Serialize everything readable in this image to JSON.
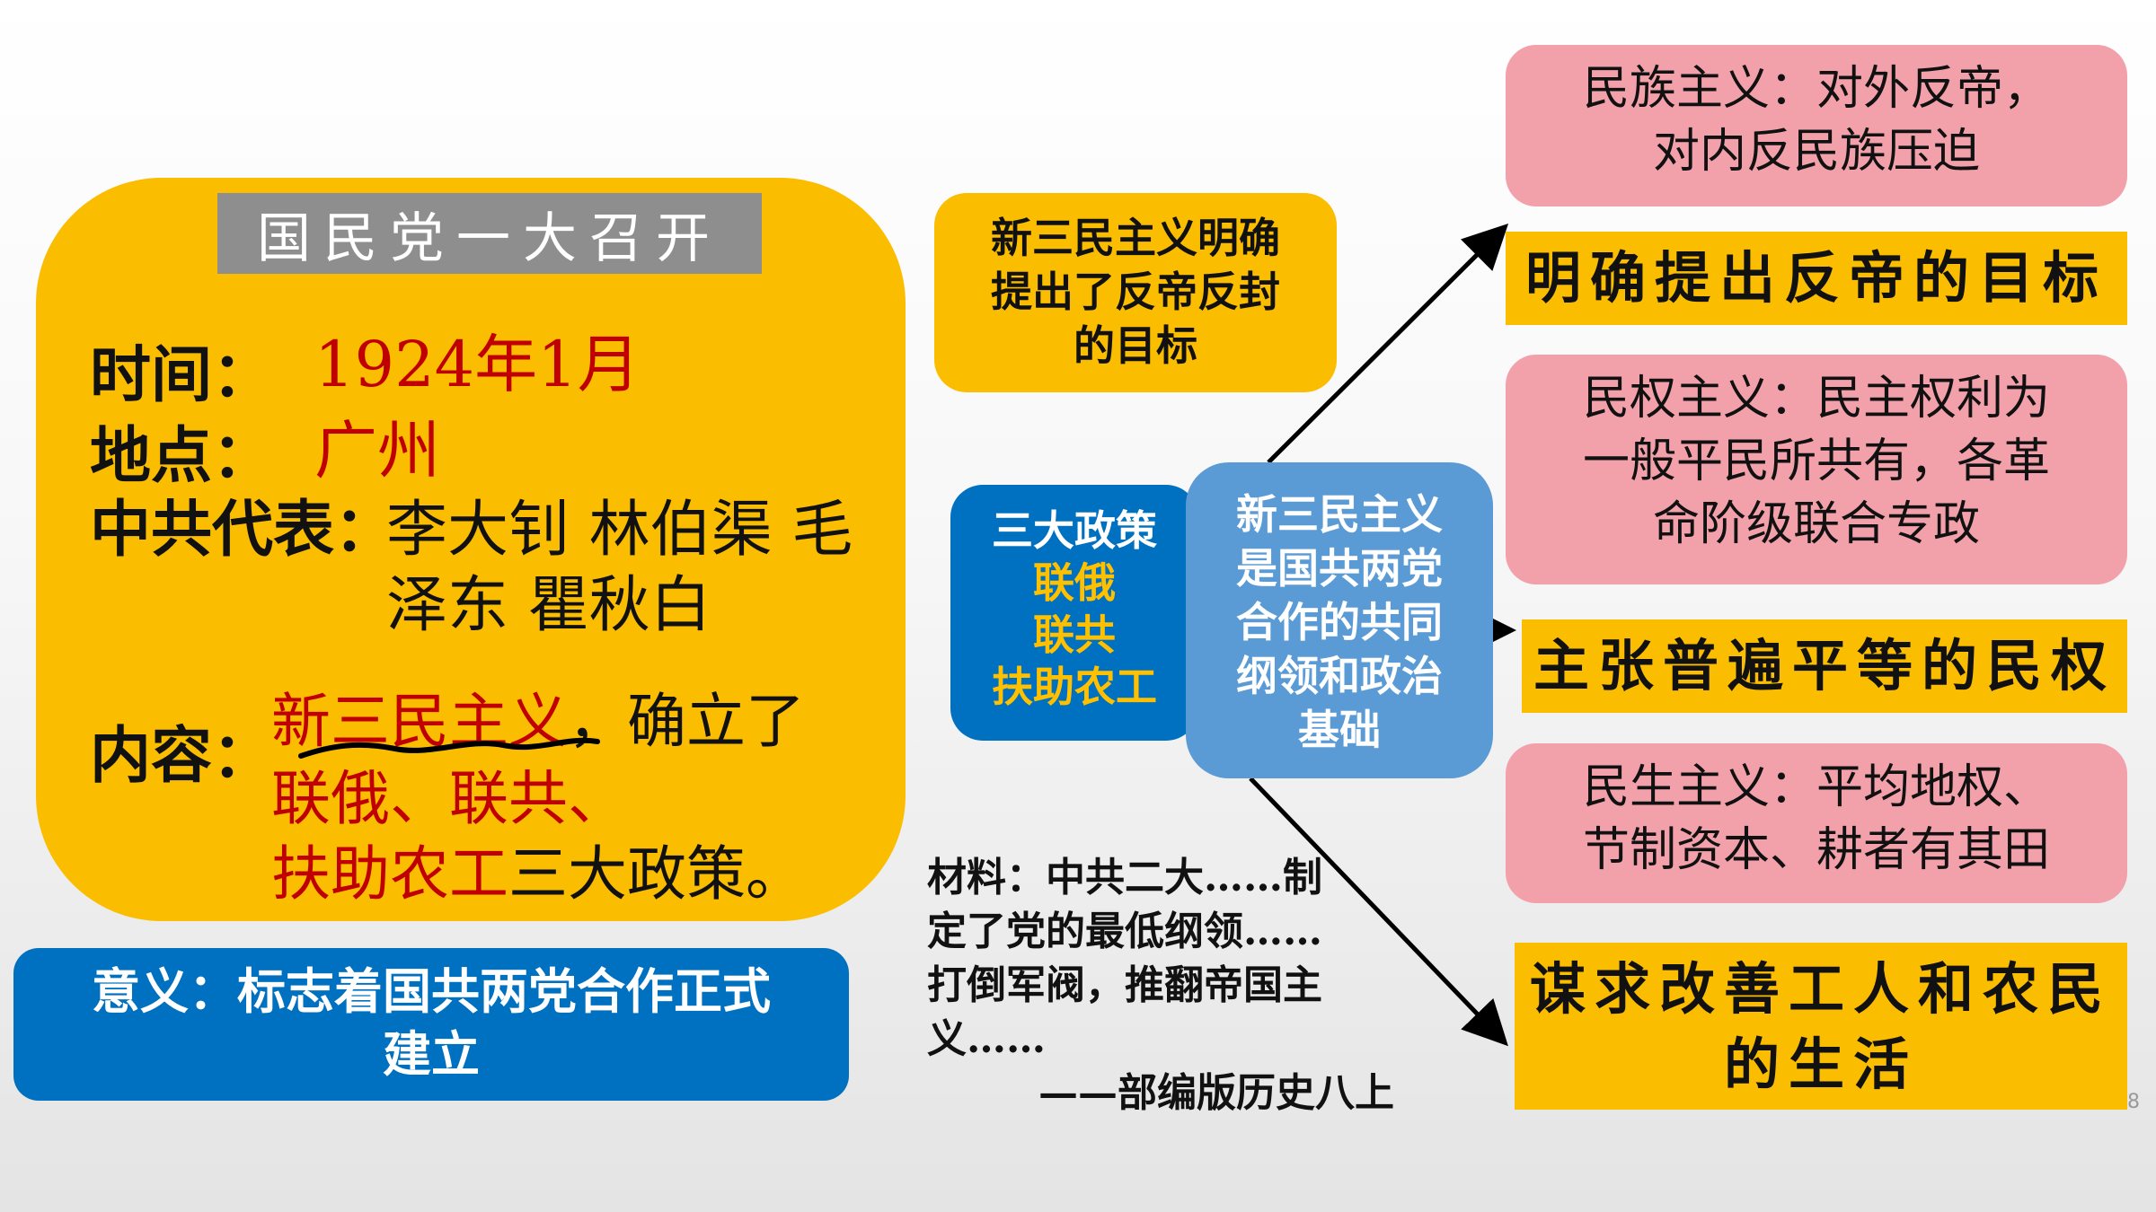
{
  "meeting": {
    "title": "国民党一大召开",
    "time_label": "时间：",
    "time_value": "1924年1月",
    "place_label": "地点：",
    "place_value": "广州",
    "reps_label": "中共代表：",
    "reps_line1": "李大钊 林伯渠 毛",
    "reps_line2": "泽东 瞿秋白",
    "content_label": "内容：",
    "content_red1": "新三民主义",
    "content_black1": "，确立了",
    "content_red2": "联俄、联共、",
    "content_red3": "扶助农工",
    "content_black3": "三大政策。"
  },
  "significance": {
    "line1": "意义：标志着国共两党合作正式",
    "line2": "建立"
  },
  "goal": {
    "line1": "新三民主义明确",
    "line2": "提出了反帝反封",
    "line3": "的目标"
  },
  "policies": {
    "title": "三大政策",
    "items": [
      "联俄",
      "联共",
      "扶助农工"
    ]
  },
  "basis": {
    "lines": [
      "新三民主义",
      "是国共两党",
      "合作的共同",
      "纲领和政治",
      "基础"
    ]
  },
  "material": {
    "line1": "材料：中共二大……制",
    "line2": "定了党的最低纲领……",
    "line3": "打倒军阀，推翻帝国主",
    "line4": "义……",
    "source": "——部编版历史八上"
  },
  "principles": {
    "nationalism_line1": "民族主义：对外反帝，",
    "nationalism_line2": "对内反民族压迫",
    "nationalism_note": "明确提出反帝的目标",
    "democracy_line1": "民权主义：民主权利为",
    "democracy_line2": "一般平民所共有，各革",
    "democracy_line3": "命阶级联合专政",
    "democracy_note": "主张普遍平等的民权",
    "livelihood_line1": "民生主义：平均地权、",
    "livelihood_line2": "节制资本、耕者有其田",
    "livelihood_note_line1": "谋求改善工人和农民",
    "livelihood_note_line2": "的生活"
  },
  "page_number": "8",
  "colors": {
    "yellow": "#fbbd00",
    "blue": "#0070c0",
    "light_blue": "#5b9bd5",
    "pink": "#f2a1ab",
    "red": "#c00000",
    "gray": "#8e8e8e"
  }
}
